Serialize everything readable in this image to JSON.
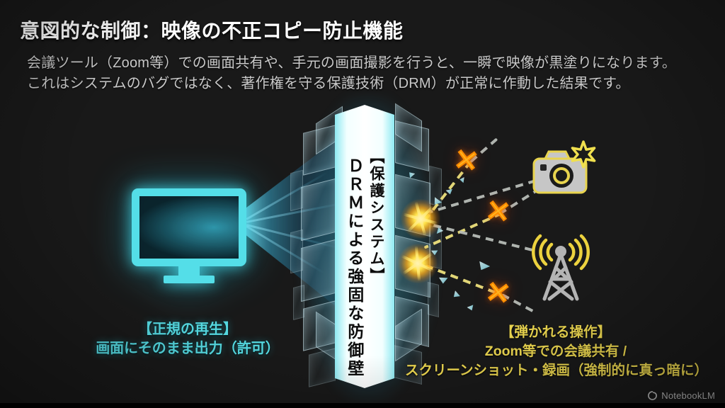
{
  "header": {
    "title": "意図的な制御：映像の不正コピー防止機能",
    "subtitle_line1": "会議ツール（Zoom等）での画面共有や、手元の画面撮影を行うと、一瞬で映像が黒塗りになります。",
    "subtitle_line2": "これはシステムのバグではなく、著作権を守る保護技術（DRM）が正常に作動した結果です。"
  },
  "barrier": {
    "label_col_right": "【保護システム】",
    "label_col_left": "ＤＲＭによる強固な防御壁"
  },
  "allowed_caption": {
    "line1": "【正規の再生】",
    "line2": "画面にそのまま出力（許可）"
  },
  "blocked_caption": {
    "line1": "【弾かれる操作】",
    "line2": "Zoom等での会議共有 /",
    "line3": "スクリーンショット・録画（強制的に真っ暗に）"
  },
  "blocked_marks": {
    "x1": "✕",
    "x2": "✕",
    "x3": "✕"
  },
  "footer": {
    "brand": "NotebookLM"
  },
  "icons": {
    "left": "monitor-icon",
    "right_top": "camera-flash-icon",
    "right_bottom": "broadcast-tower-icon"
  },
  "colors": {
    "accent_cyan": "#55d8e0",
    "accent_yellow": "#e9d44f",
    "x_orange": "#ffb21e",
    "background": "#191919"
  }
}
